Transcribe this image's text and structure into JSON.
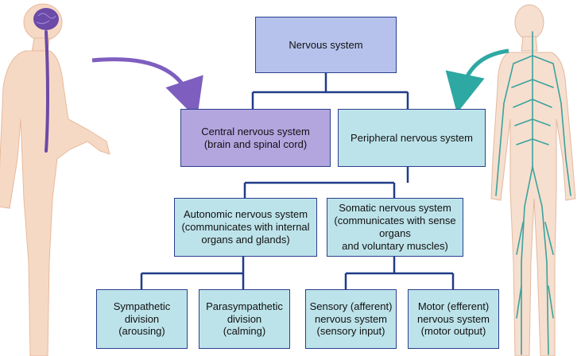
{
  "colors": {
    "root_fill": "#b6c2ec",
    "cns_fill": "#b3a6df",
    "pns_fill": "#bde3ea",
    "line": "#1f3c88",
    "cns_arrow": "#7e5fbf",
    "pns_arrow": "#2ea8a3",
    "skin": "#f6d9c4",
    "brain": "#6c4aa8",
    "nerves": "#3aa39d"
  },
  "icons": {
    "left_figure": "human-figure-cns-icon",
    "right_figure": "human-figure-pns-icon"
  },
  "boxes": {
    "root": "Nervous system",
    "cns": "Central nervous system\n(brain and spinal cord)",
    "pns": "Peripheral nervous system",
    "autonomic": "Autonomic nervous system\n(communicates with internal\norgans and glands)",
    "somatic": "Somatic nervous system\n(communicates with sense organs\nand voluntary muscles)",
    "sympathetic": "Sympathetic\ndivision\n(arousing)",
    "parasympathetic": "Parasympathetic\ndivision\n(calming)",
    "sensory": "Sensory (afferent)\nnervous system\n(sensory input)",
    "motor": "Motor (efferent)\nnervous system\n(motor output)"
  }
}
